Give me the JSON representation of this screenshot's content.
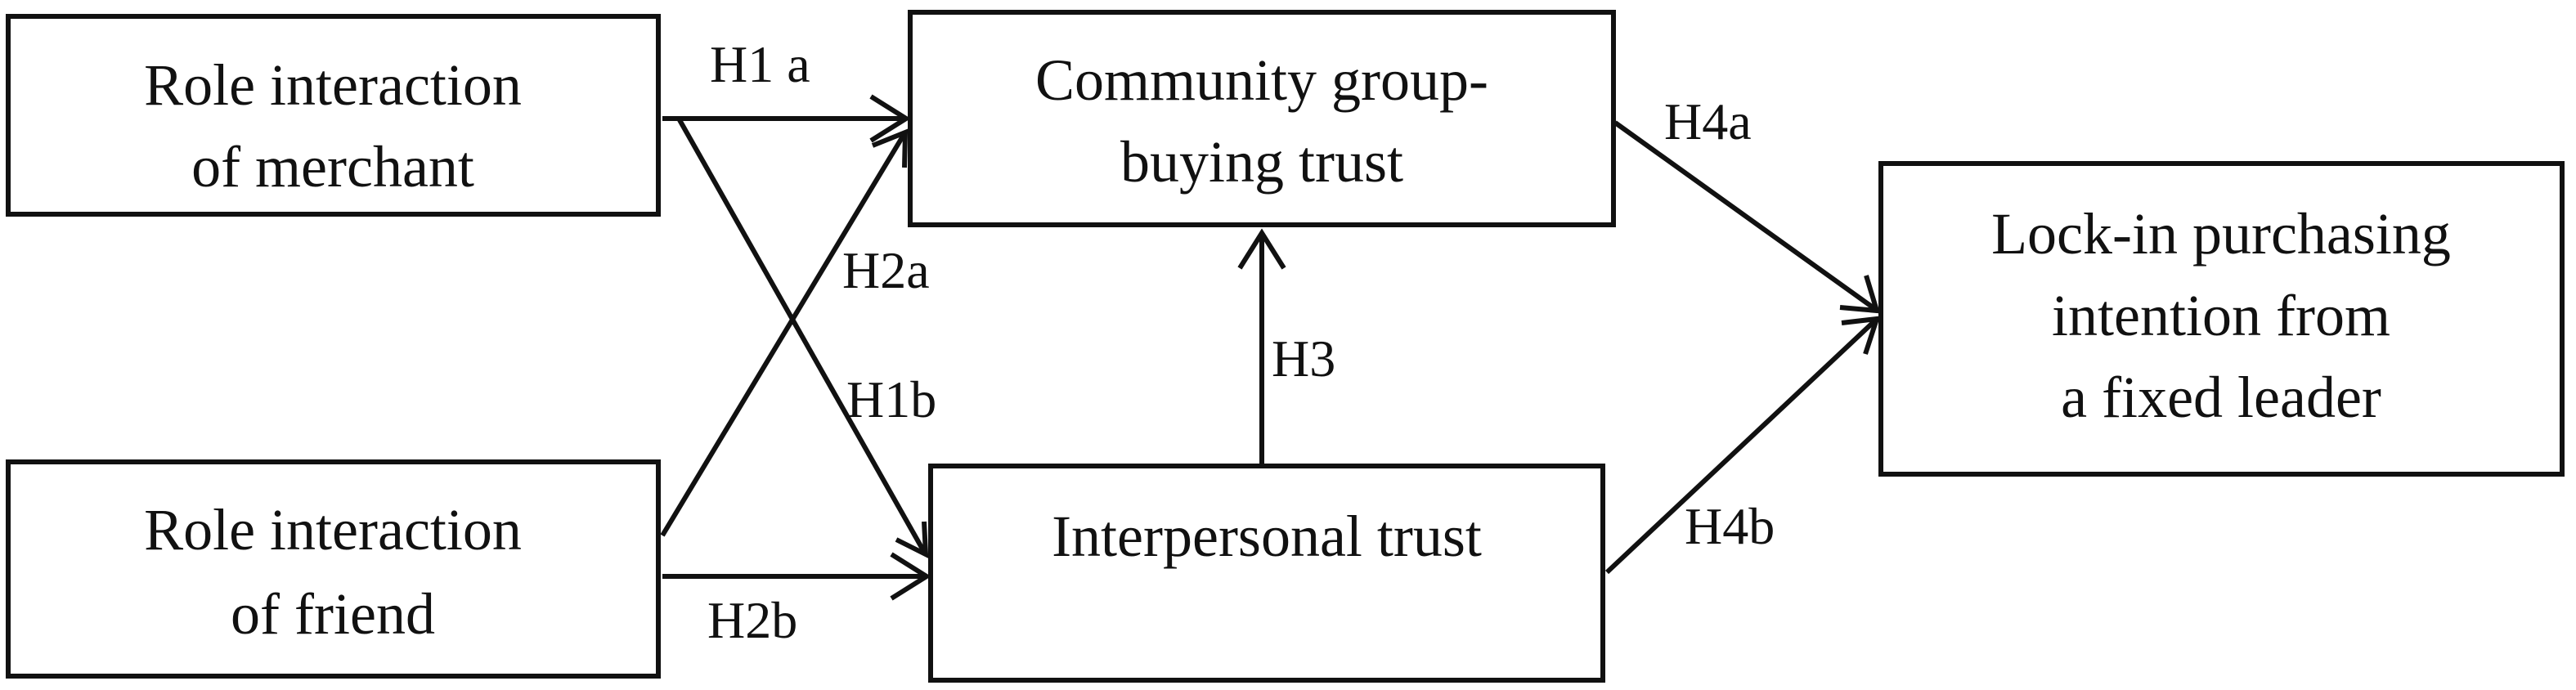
{
  "nodes": {
    "merchant": {
      "lines": [
        "Role interaction",
        "of merchant"
      ]
    },
    "friend": {
      "lines": [
        "Role interaction",
        "of friend"
      ]
    },
    "community": {
      "lines": [
        "Community group-",
        "buying trust"
      ]
    },
    "interpersonal": {
      "lines": [
        "Interpersonal trust"
      ]
    },
    "lockin": {
      "lines": [
        "Lock-in purchasing",
        "intention from",
        "a fixed leader"
      ]
    }
  },
  "hypotheses": {
    "h1a": "H1 a",
    "h1b": "H1b",
    "h2a": "H2a",
    "h2b": "H2b",
    "h3": "H3",
    "h4a": "H4a",
    "h4b": "H4b"
  }
}
